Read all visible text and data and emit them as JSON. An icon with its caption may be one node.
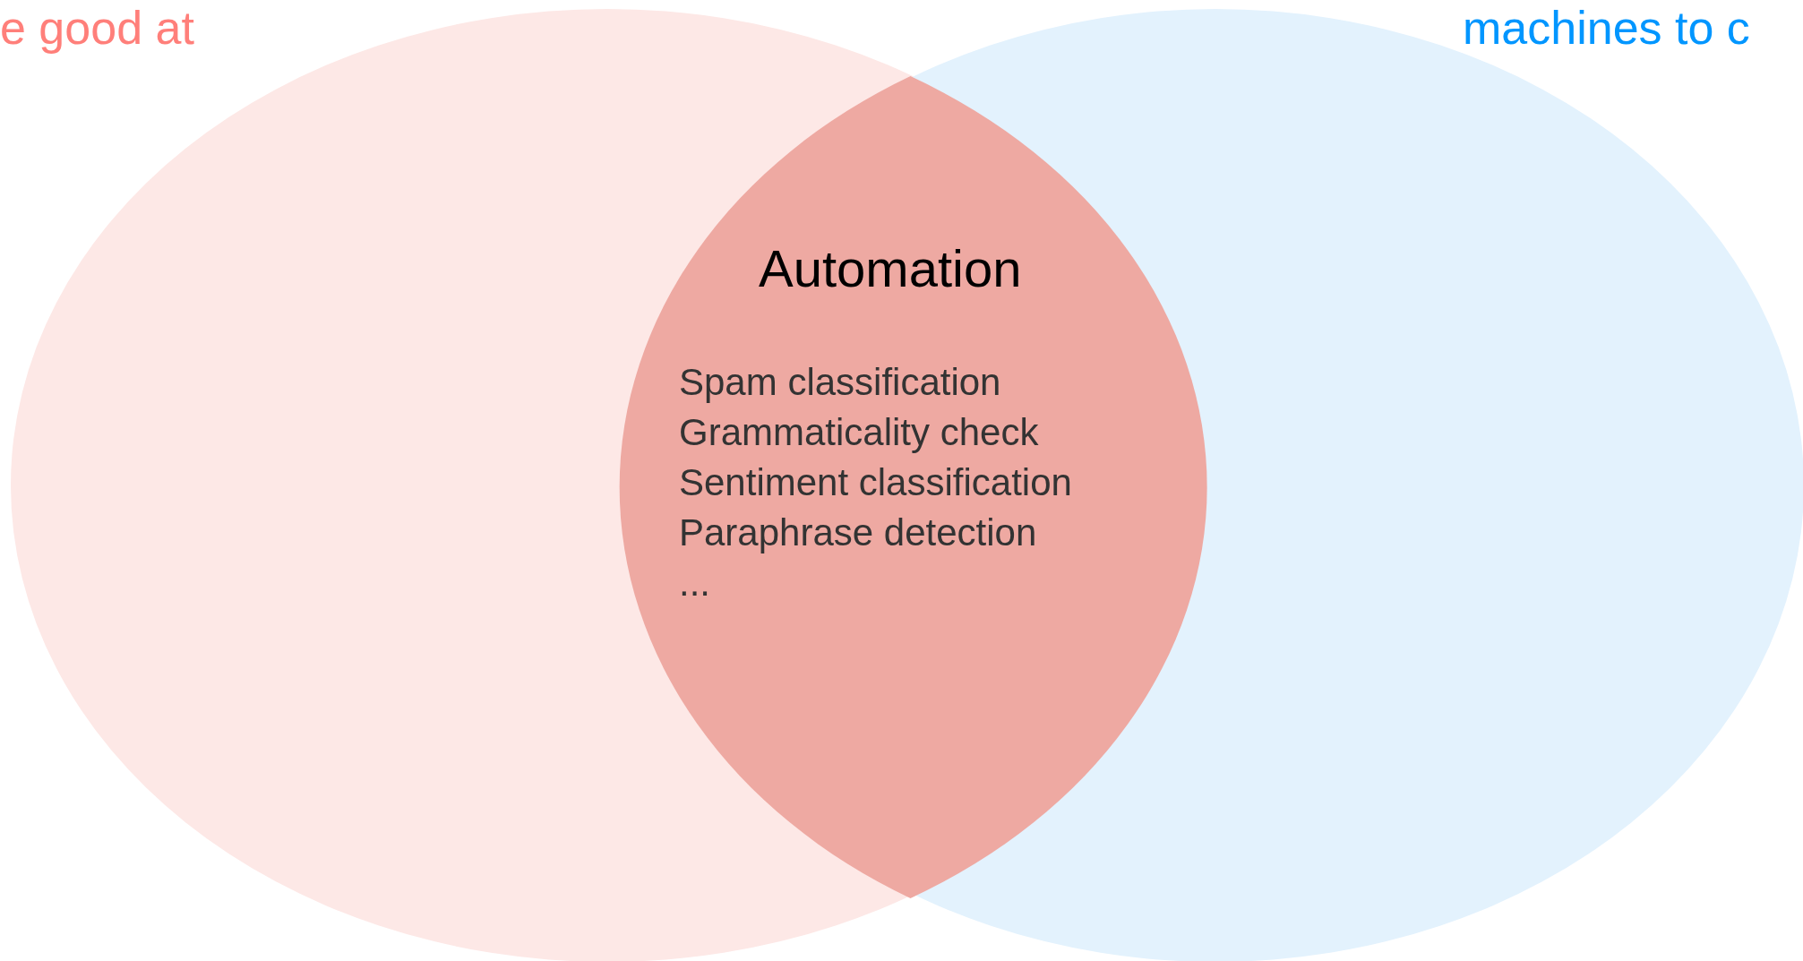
{
  "diagram": {
    "nodes": [
      {
        "text": [
          "e good at"
        ]
      },
      {
        "text": [
          "machines to c"
        ]
      },
      {
        "text": [
          "Automation",
          "Spam classification",
          "Grammaticality check",
          "Sentiment classification",
          "Paraphrase detection",
          "..."
        ]
      }
    ]
  }
}
